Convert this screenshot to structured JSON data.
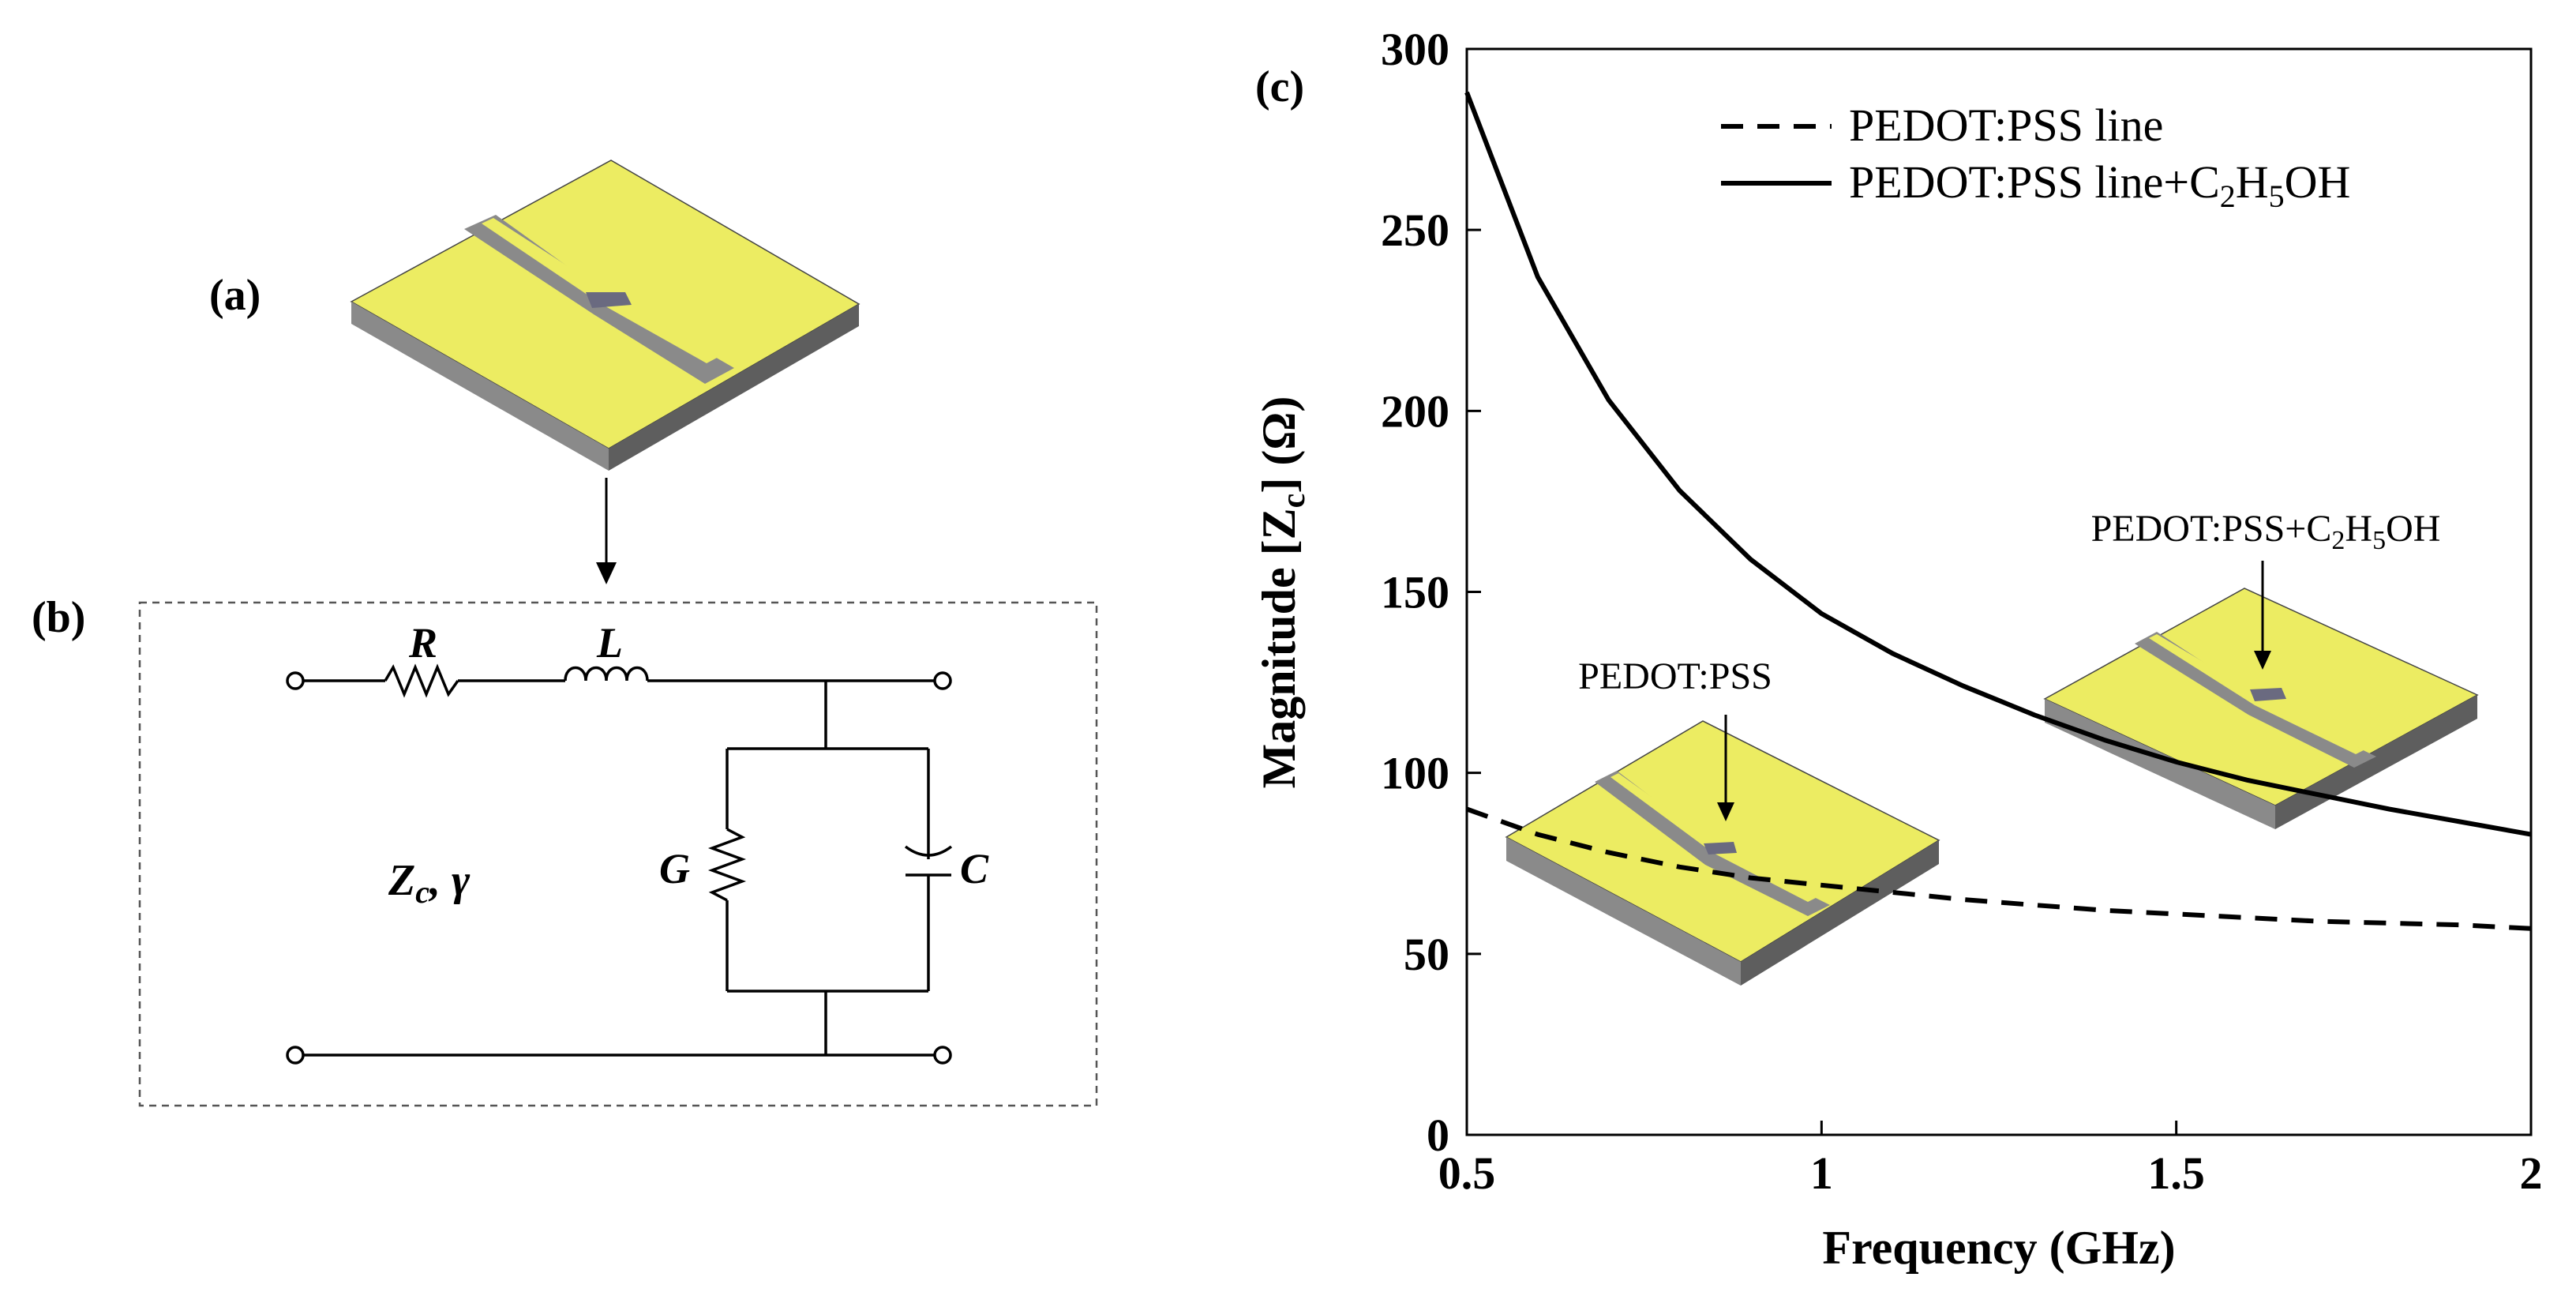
{
  "panel_a": {
    "label": "(a)"
  },
  "panel_b": {
    "label": "(b)",
    "resistor_label": "R",
    "inductor_label": "L",
    "conductance_label": "G",
    "capacitor_label": "C",
    "params_label_main": "Z",
    "params_label_sub": "c",
    "params_label_rest": ", γ"
  },
  "panel_c": {
    "label": "(c)",
    "inset_pedot": "PEDOT:PSS",
    "inset_ethanol_pre": "PEDOT:PSS+C",
    "inset_ethanol_sub1": "2",
    "inset_ethanol_mid": "H",
    "inset_ethanol_sub2": "5",
    "inset_ethanol_post": "OH"
  },
  "colors": {
    "substrate_top": "#ecec62",
    "substrate_side": "#7c7c7c",
    "line_gray": "#8a8a8a",
    "ink": "#000000"
  },
  "chart_data": {
    "type": "line",
    "xlabel": "Frequency (GHz)",
    "ylabel_main": "Magnitude [Z",
    "ylabel_sub": "c",
    "ylabel_end": "] (Ω)",
    "xlim": [
      0.5,
      2
    ],
    "ylim": [
      0,
      300
    ],
    "x_ticks": [
      "0.5",
      "1",
      "1.5",
      "2"
    ],
    "x_tick_values": [
      0.5,
      1,
      1.5,
      2
    ],
    "y_ticks": [
      "0",
      "50",
      "100",
      "150",
      "200",
      "250",
      "300"
    ],
    "y_tick_values": [
      0,
      50,
      100,
      150,
      200,
      250,
      300
    ],
    "legend_position": "top-right",
    "series": [
      {
        "name": "PEDOT:PSS line",
        "style": "dashed",
        "x": [
          0.5,
          0.6,
          0.7,
          0.8,
          0.9,
          1.0,
          1.1,
          1.2,
          1.3,
          1.4,
          1.5,
          1.6,
          1.7,
          1.8,
          1.9,
          2.0
        ],
        "y": [
          90,
          83,
          78,
          74,
          71,
          69,
          67,
          65,
          63.5,
          62,
          61,
          60,
          59,
          58.5,
          58,
          57
        ]
      },
      {
        "name_pre": "PEDOT:PSS line+C",
        "name_sub1": "2",
        "name_mid": "H",
        "name_sub2": "5",
        "name_post": "OH",
        "style": "solid",
        "x": [
          0.5,
          0.6,
          0.7,
          0.8,
          0.9,
          1.0,
          1.1,
          1.2,
          1.3,
          1.4,
          1.5,
          1.6,
          1.7,
          1.8,
          1.9,
          2.0
        ],
        "y": [
          288,
          237,
          203,
          178,
          159,
          144,
          133,
          124,
          116,
          109,
          103,
          98,
          94,
          90,
          86.5,
          83
        ]
      }
    ]
  }
}
